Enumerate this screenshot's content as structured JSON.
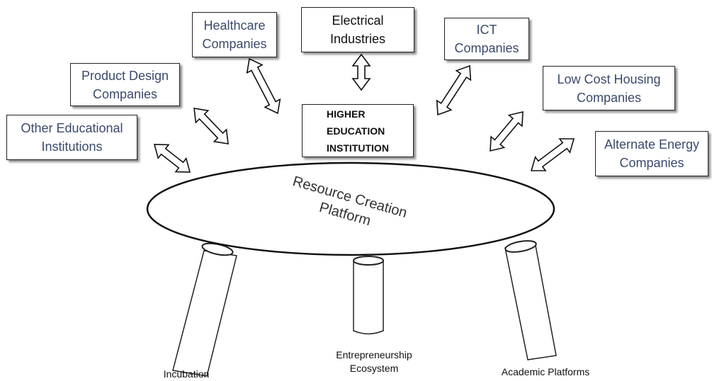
{
  "stakeholders": {
    "healthcare": "Healthcare\nCompanies",
    "electrical": "Electrical\nIndustries",
    "ict": "ICT\nCompanies",
    "product_design": "Product Design\nCompanies",
    "low_cost_housing": "Low Cost Housing\nCompanies",
    "other_educational": "Other Educational\nInstitutions",
    "alternate_energy": "Alternate Energy\nCompanies"
  },
  "center": {
    "hei": "HIGHER\n   EDUCATION\nINSTITUTION"
  },
  "platform": {
    "line1": "Resource Creation",
    "line2": "Platform"
  },
  "legs": {
    "left": "Incubation",
    "middle": "Entrepreneurship\nEcosystem",
    "right": "Academic Platforms"
  },
  "colors": {
    "stakeholder_text": "#3a4a6b",
    "stroke": "#222222"
  }
}
